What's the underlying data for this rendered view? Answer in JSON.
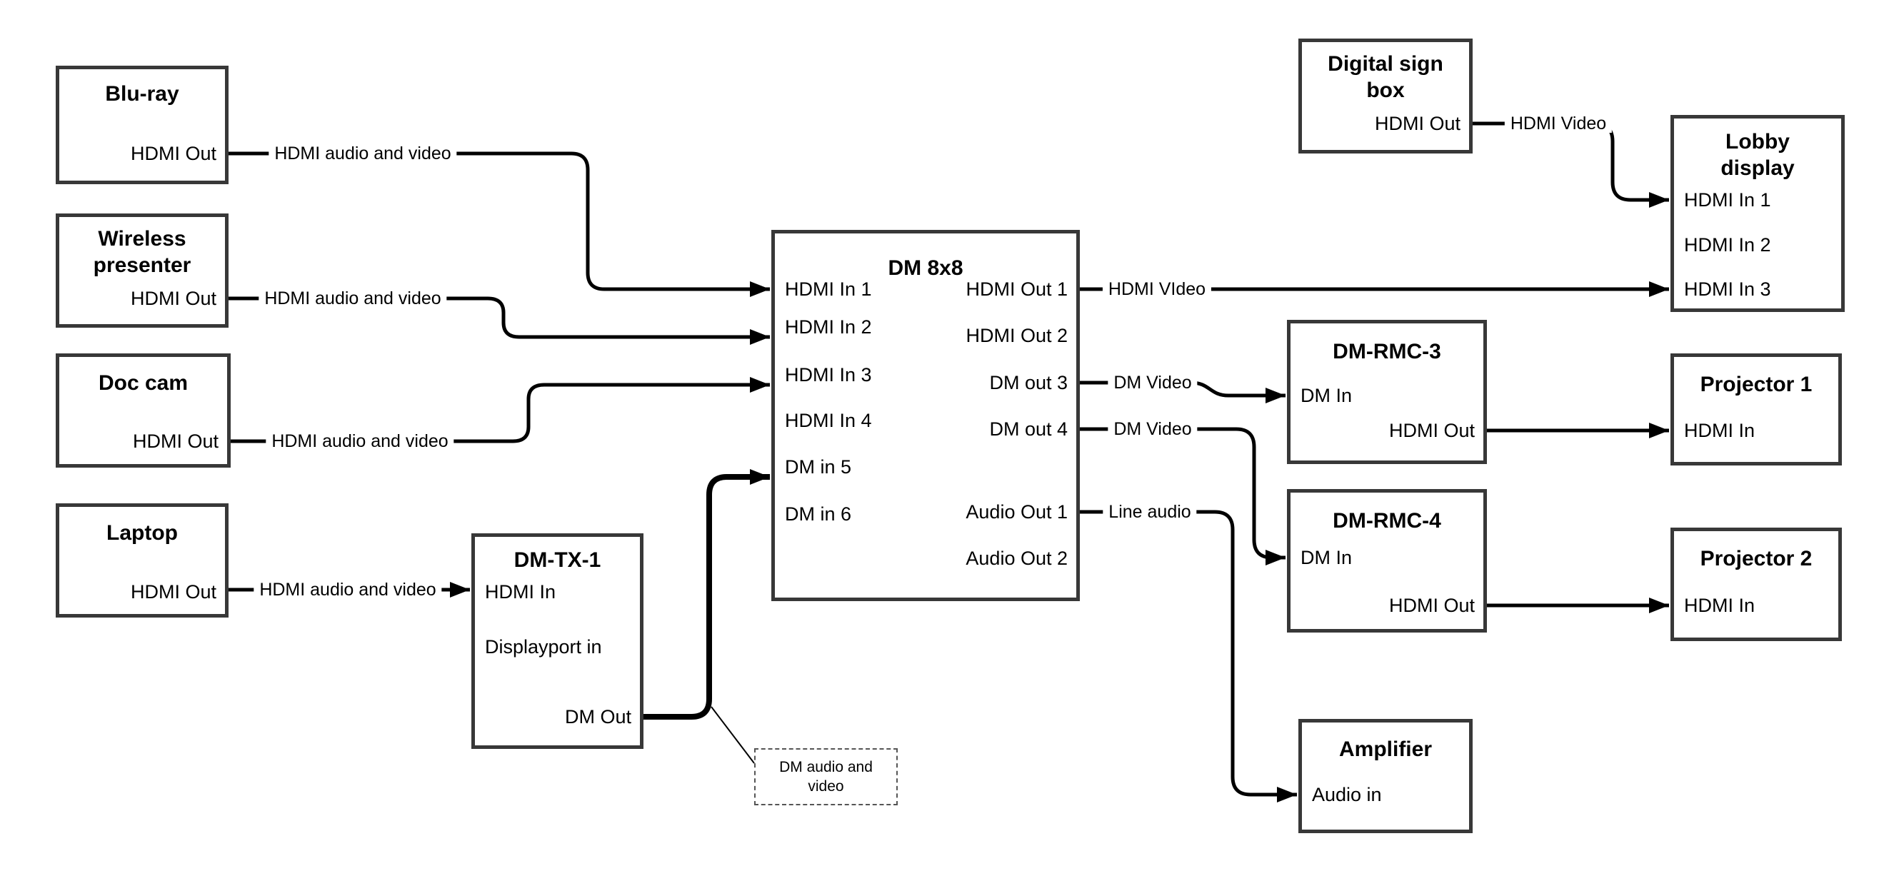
{
  "colors": {
    "wire": "#000000",
    "node_border": "#383838",
    "background": "#ffffff"
  },
  "boxes": {
    "bluray": {
      "title": "Blu-ray",
      "ports": {
        "hdmi_out": "HDMI Out"
      }
    },
    "wireless": {
      "title": "Wireless\npresenter",
      "ports": {
        "hdmi_out": "HDMI Out"
      }
    },
    "doc_cam": {
      "title": "Doc cam",
      "ports": {
        "hdmi_out": "HDMI Out"
      }
    },
    "laptop": {
      "title": "Laptop",
      "ports": {
        "hdmi_out": "HDMI Out"
      }
    },
    "dm_tx_1": {
      "title": "DM-TX-1",
      "ports": {
        "hdmi_in": "HDMI In",
        "displayport_in": "Displayport in",
        "dm_out": "DM Out"
      }
    },
    "dm_8x8": {
      "title": "DM 8x8",
      "ports": {
        "hdmi_in_1": "HDMI In 1",
        "hdmi_in_2": "HDMI In 2",
        "hdmi_in_3": "HDMI In 3",
        "hdmi_in_4": "HDMI In 4",
        "dm_in_5": "DM in 5",
        "dm_in_6": "DM in 6",
        "hdmi_out_1": "HDMI Out 1",
        "hdmi_out_2": "HDMI Out 2",
        "dm_out_3": "DM out 3",
        "dm_out_4": "DM out 4",
        "audio_out_1": "Audio Out 1",
        "audio_out_2": "Audio Out 2"
      }
    },
    "digital_sign_box": {
      "title": "Digital sign\nbox",
      "ports": {
        "hdmi_out": "HDMI Out"
      }
    },
    "lobby_display": {
      "title": "Lobby\ndisplay",
      "ports": {
        "hdmi_in_1": "HDMI In 1",
        "hdmi_in_2": "HDMI In 2",
        "hdmi_in_3": "HDMI In 3"
      }
    },
    "dm_rmc_3": {
      "title": "DM-RMC-3",
      "ports": {
        "dm_in": "DM In",
        "hdmi_out": "HDMI Out"
      }
    },
    "projector_1": {
      "title": "Projector 1",
      "ports": {
        "hdmi_in": "HDMI In"
      }
    },
    "dm_rmc_4": {
      "title": "DM-RMC-4",
      "ports": {
        "dm_in": "DM In",
        "hdmi_out": "HDMI Out"
      }
    },
    "projector_2": {
      "title": "Projector 2",
      "ports": {
        "hdmi_in": "HDMI In"
      }
    },
    "amplifier": {
      "title": "Amplifier",
      "ports": {
        "audio_in": "Audio in"
      }
    }
  },
  "connection_labels": {
    "bluray_line": "HDMI audio and video",
    "wireless_line": "HDMI audio and video",
    "doc_cam_line": "HDMI audio and video",
    "laptop_line": "HDMI audio and video",
    "hdmi_out_1_line": "HDMI VIdeo",
    "dm_out_3_line": "DM Video",
    "dm_out_4_line": "DM Video",
    "audio_out_1_line": "Line audio",
    "digital_sign_line": "HDMI Video"
  },
  "note": {
    "text": "DM audio and\nvideo"
  }
}
